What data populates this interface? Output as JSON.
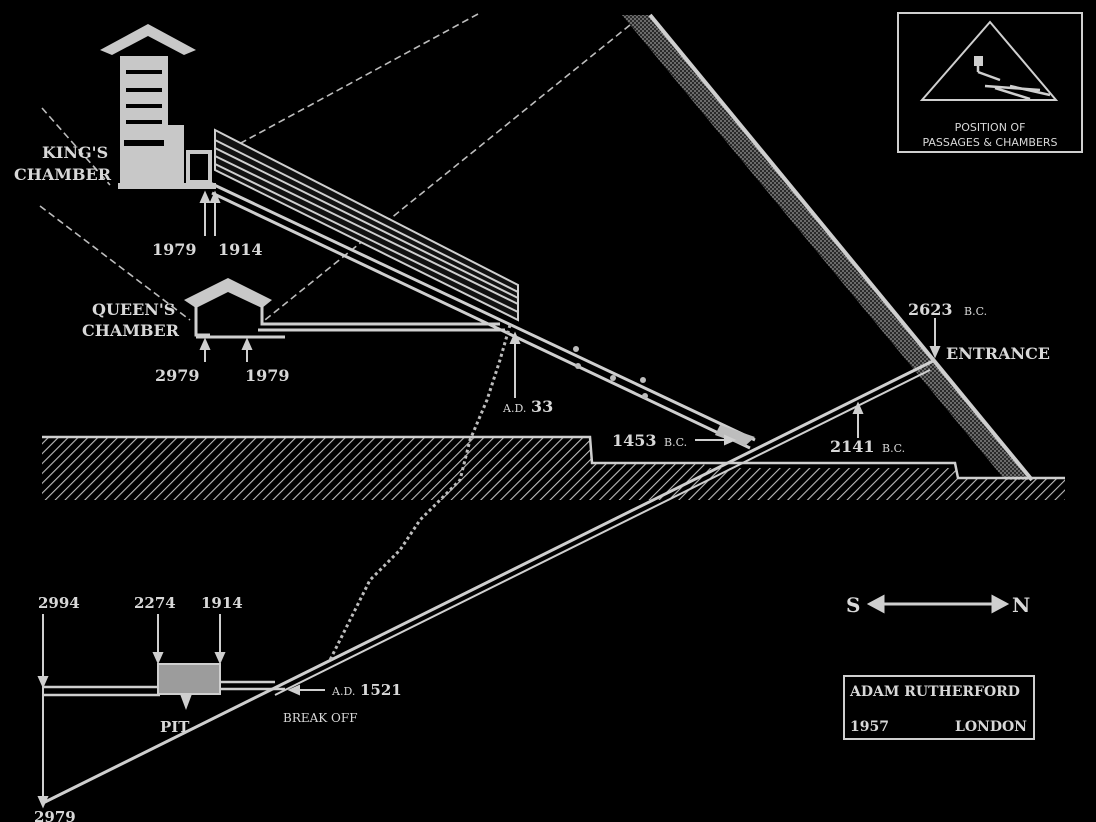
{
  "labels": {
    "kings_chamber_1": "KING'S",
    "kings_chamber_2": "CHAMBER",
    "queens_chamber_1": "QUEEN'S",
    "queens_chamber_2": "CHAMBER",
    "entrance": "ENTRANCE",
    "pit": "PIT",
    "break_off": "BREAK OFF",
    "south": "S",
    "north": "N"
  },
  "dates": {
    "kings_1979": "1979",
    "kings_1914": "1914",
    "queens_2979": "2979",
    "queens_1979": "1979",
    "ad33_prefix": "A.D.",
    "ad33_year": "33",
    "bc1453_year": "1453",
    "bc1453_suffix": "B.C.",
    "bc2623_year": "2623",
    "bc2623_suffix": "B.C.",
    "bc2141_year": "2141",
    "bc2141_suffix": "B.C.",
    "pit_2994": "2994",
    "pit_2274": "2274",
    "pit_1914": "1914",
    "ad1521_prefix": "A.D.",
    "ad1521_year": "1521",
    "bottom_2979": "2979"
  },
  "inset": {
    "line1": "POSITION OF",
    "line2": "PASSAGES & CHAMBERS"
  },
  "credit": {
    "author": "ADAM RUTHERFORD",
    "year": "1957",
    "city": "LONDON"
  },
  "colors": {
    "background": "#000000",
    "line": "#cfcfcf",
    "text": "#d8d8d8"
  }
}
